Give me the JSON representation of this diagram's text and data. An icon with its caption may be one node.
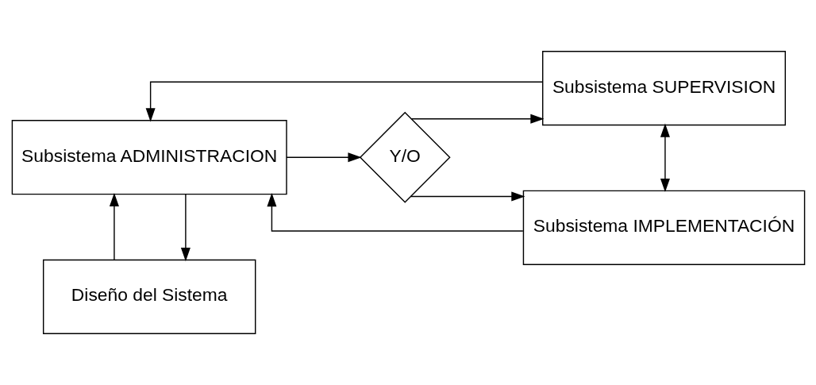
{
  "diagram": {
    "nodes": [
      {
        "text": [
          "Diseño del Sistema"
        ]
      },
      {
        "text": [
          "Subsistema SUPERVISION"
        ]
      },
      {
        "text": [
          "Subsistema ADMINISTRACION"
        ]
      },
      {
        "text": [
          "Y/O"
        ]
      },
      {
        "text": [
          "Subsistema IMPLEMENTACIÓN"
        ]
      }
    ],
    "edges": [
      {
        "from": 0,
        "to": 2,
        "arrow": "to"
      },
      {
        "from": 2,
        "to": 0,
        "arrow": "to"
      },
      {
        "from": 2,
        "to": 3,
        "arrow": "to"
      },
      {
        "from": 3,
        "to": 1,
        "arrow": "to"
      },
      {
        "from": 3,
        "to": 4,
        "arrow": "to"
      },
      {
        "from": 1,
        "to": 4,
        "arrow": "both"
      },
      {
        "from": 1,
        "to": 2,
        "arrow": "to"
      },
      {
        "from": 4,
        "to": 2,
        "arrow": "to"
      }
    ]
  }
}
